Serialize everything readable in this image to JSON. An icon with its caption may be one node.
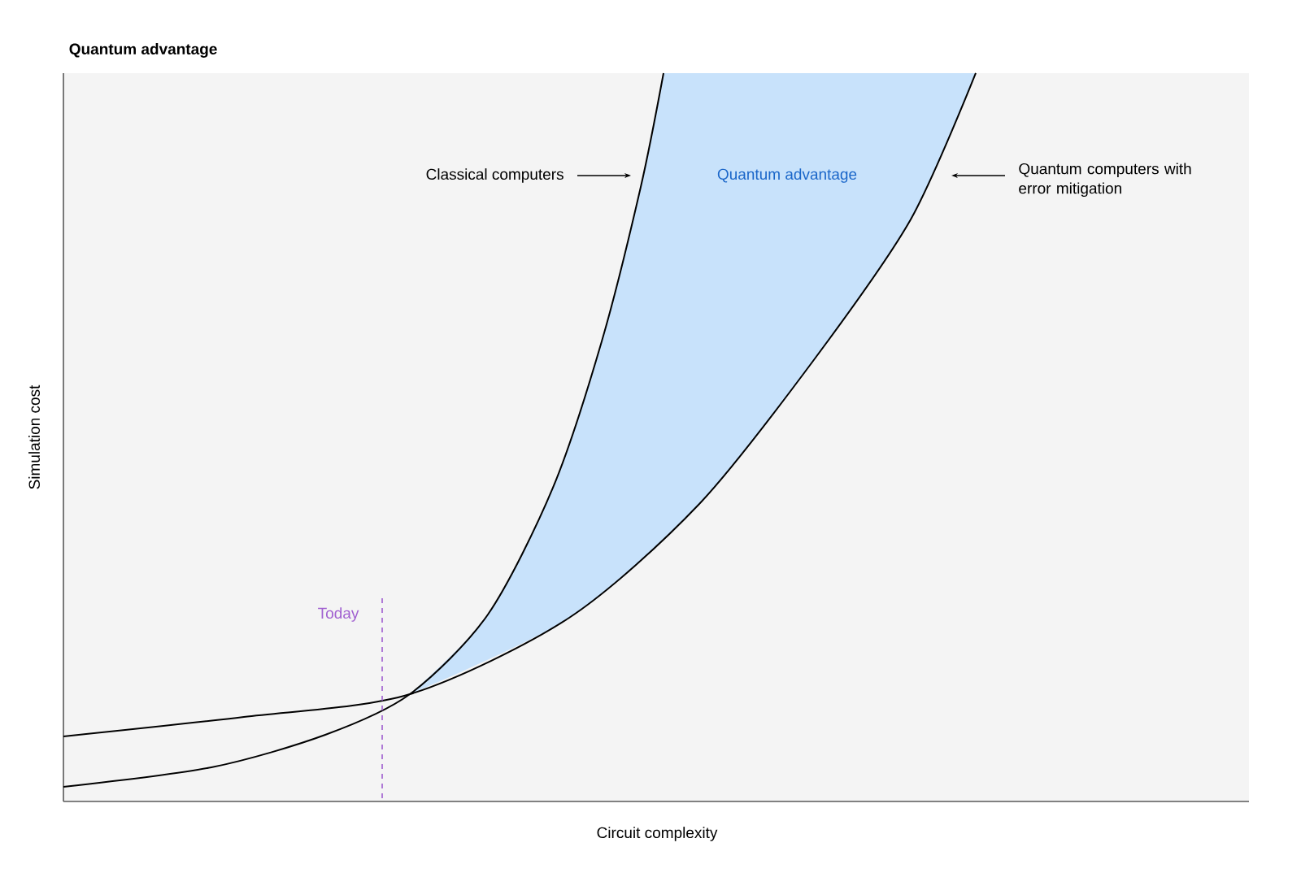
{
  "diagram": {
    "title": "Quantum advantage",
    "nodes": [
      {
        "text": [
          "Classical computers"
        ]
      },
      {
        "text": [
          "Quantum computers with error mitigation"
        ]
      }
    ],
    "edges": [
      {
        "from": 0,
        "to": null,
        "arrow": "to"
      },
      {
        "from": 1,
        "to": null,
        "arrow": "to"
      }
    ],
    "labels": [
      "Quantum advantage",
      "Today",
      "Simulation cost",
      "Circuit complexity"
    ]
  }
}
